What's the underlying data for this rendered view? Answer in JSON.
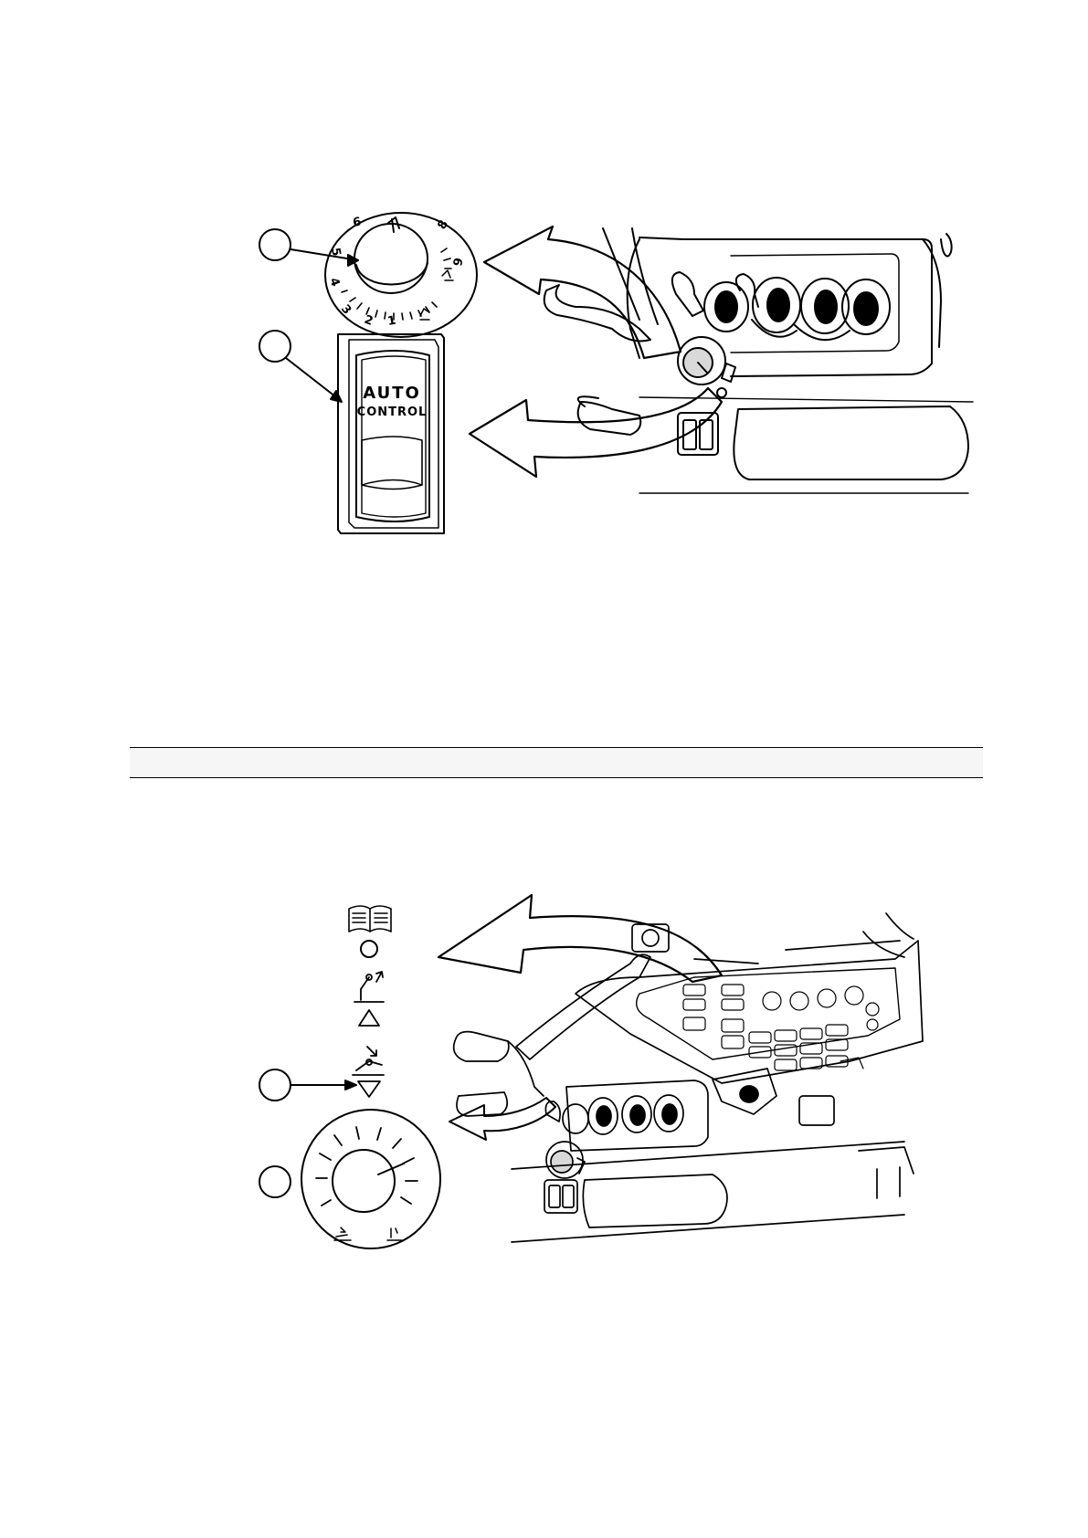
{
  "figure_top": {
    "dial_numbers": [
      "1",
      "2",
      "3",
      "4",
      "5",
      "6",
      "8",
      "9"
    ],
    "switch_line1": "AUTO",
    "switch_line2": "CONTROL"
  },
  "section_band": {},
  "figure_bottom": {}
}
